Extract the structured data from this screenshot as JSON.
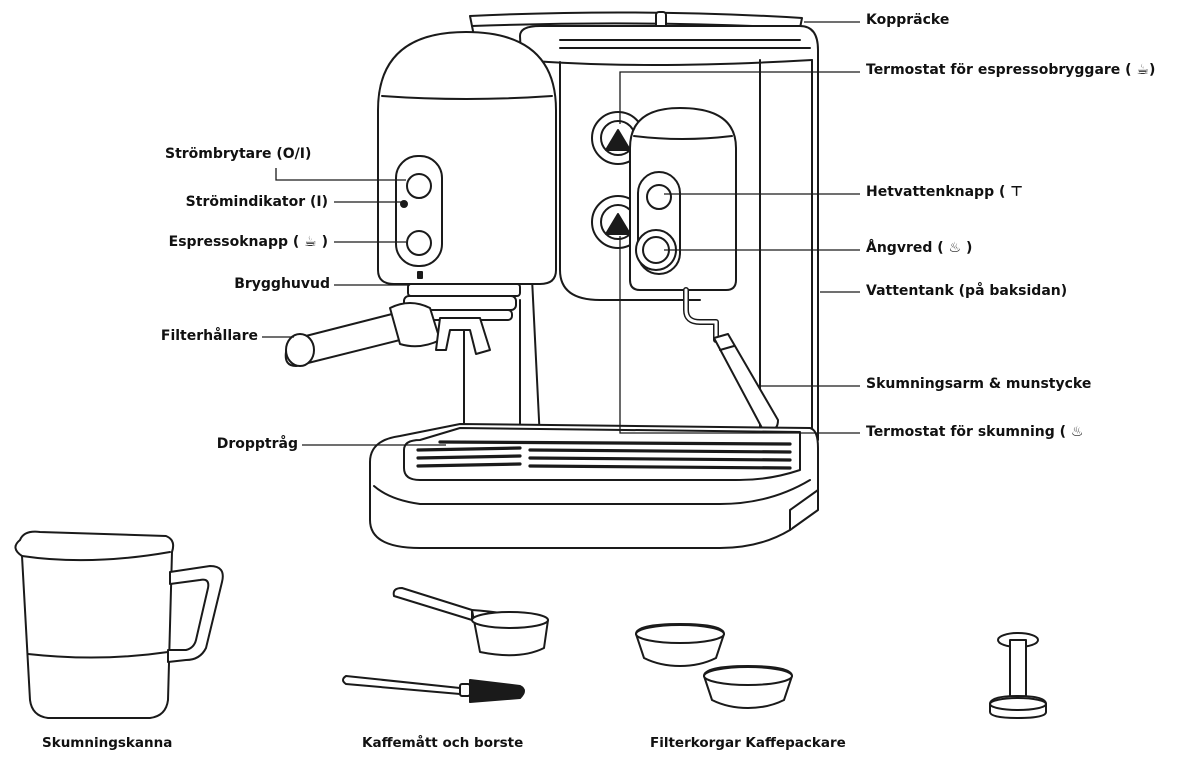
{
  "labels": {
    "koppracke": "Koppräcke",
    "termostat_espresso": "Termostat för espressobryggare (",
    "strombrytare": "Strömbrytare (O/I)",
    "stromindikator": "Strömindikator (I)",
    "espressoknapp": "Espressoknapp (",
    "hetvattenknapp": "Hetvattenknapp (",
    "angvred": "Ångvred (",
    "brygghuvud": "Brygghuvud",
    "vattentank": "Vattentank (på baksidan)",
    "filterhallare": "Filterhållare",
    "skumningsarm": "Skumningsarm & munstycke",
    "termostat_skumning": "Termostat för skumning (",
    "dropptrag": "Dropptråg"
  },
  "captions": {
    "skumningskanna": "Skumningskanna",
    "kaffematt": "Kaffemått och borste",
    "filterkorgar": "Filterkorgar Kaffepackare"
  },
  "icons": {
    "cup": "cup-icon",
    "hot_water": "hot-water-icon",
    "steam": "steam-icon"
  },
  "colors": {
    "line": "#1a1a1a",
    "fill": "#ffffff",
    "shade": "#e8e8e8"
  }
}
